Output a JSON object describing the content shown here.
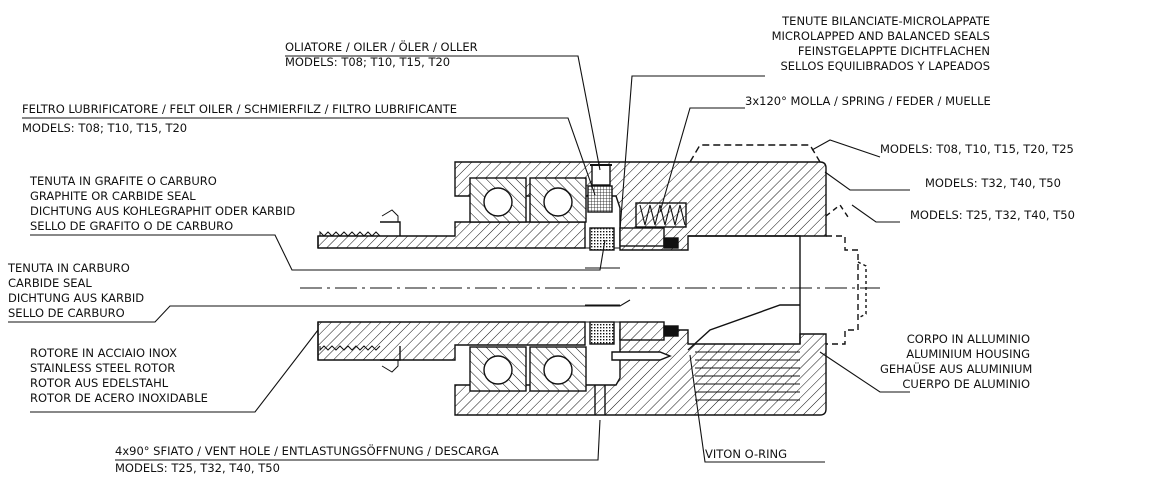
{
  "colors": {
    "ink": "#111111",
    "background": "#ffffff"
  },
  "labels": {
    "balanced_seals": [
      "TENUTE BILANCIATE-MICROLAPPATE",
      "MICROLAPPED AND BALANCED SEALS",
      "FEINSTGELAPPTE DICHTFLACHEN",
      "SELLOS EQUILIBRADOS Y LAPEADOS"
    ],
    "oiler": {
      "title": "OLIATORE / OILER / ÖLER / OLLER",
      "models": "MODELS: T08; T10, T15, T20"
    },
    "felt_oiler": {
      "title": "FELTRO LUBRIFICATORE / FELT OILER / SCHMIERFILZ / FILTRO LUBRIFICANTE",
      "models": "MODELS: T08; T10, T15, T20"
    },
    "spring": "3x120° MOLLA / SPRING / FEDER / MUELLE",
    "models_a": "MODELS: T08, T10, T15, T20, T25",
    "models_b": "MODELS: T32, T40, T50",
    "models_c": "MODELS: T25, T32, T40, T50",
    "graphite_seal": [
      "TENUTA IN GRAFITE O CARBURO",
      "GRAPHITE OR CARBIDE SEAL",
      "DICHTUNG AUS KOHLEGRAPHIT ODER KARBID",
      "SELLO DE GRAFITO O DE CARBURO"
    ],
    "carbide_seal": [
      "TENUTA IN CARBURO",
      "CARBIDE SEAL",
      "DICHTUNG AUS KARBID",
      "SELLO DE CARBURO"
    ],
    "rotor": [
      "ROTORE IN ACCIAIO INOX",
      "STAINLESS STEEL ROTOR",
      "ROTOR AUS EDELSTAHL",
      "ROTOR DE ACERO INOXIDABLE"
    ],
    "housing": [
      "CORPO IN ALLUMINIO",
      "ALUMINIUM HOUSING",
      "GEHAÜSE AUS ALUMINIUM",
      "CUERPO DE ALUMINIO"
    ],
    "vent_hole": {
      "title": "4x90° SFIATO / VENT HOLE / ENTLASTUNGSÖFFNUNG / DESCARGA",
      "models": "MODELS: T25, T32, T40, T50"
    },
    "oring": "VITON O-RING"
  }
}
